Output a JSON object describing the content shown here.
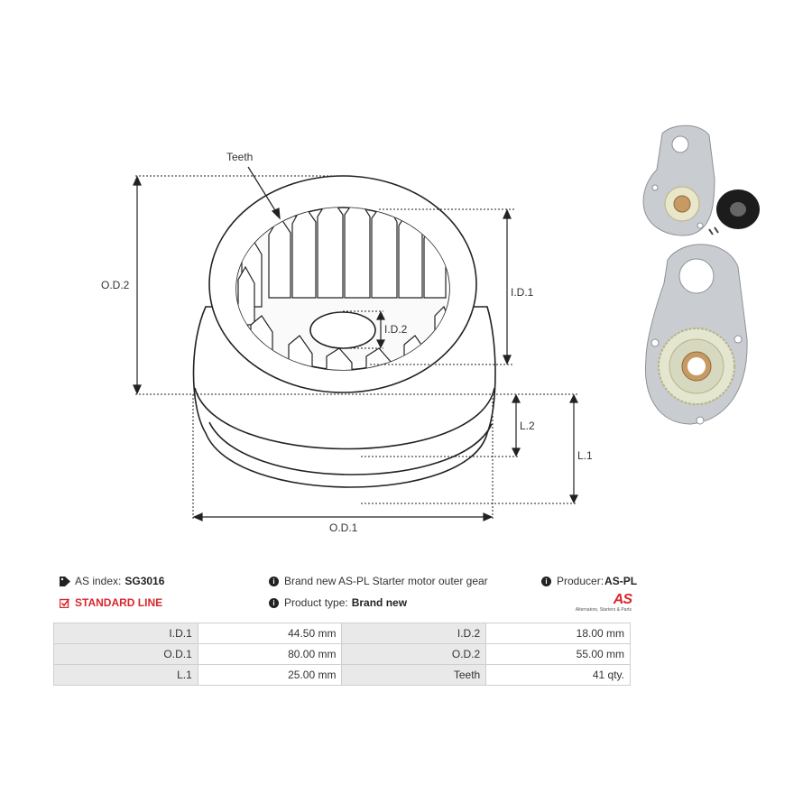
{
  "diagram": {
    "labels": {
      "teeth": "Teeth",
      "od2": "O.D.2",
      "id1": "I.D.1",
      "id2": "I.D.2",
      "l2": "L.2",
      "l1": "L.1",
      "od1": "O.D.1"
    },
    "photos": [
      "starter-drive-plate-assembly-photo",
      "outer-gear-plate-photo"
    ]
  },
  "info": {
    "as_index_label": "AS index:",
    "as_index_value": "SG3016",
    "description": "Brand new AS-PL Starter motor outer gear",
    "producer_label": "Producer:",
    "producer_value": "AS-PL",
    "line": "STANDARD LINE",
    "product_type_label": "Product type:",
    "product_type_value": "Brand new",
    "logo_mark": "AS",
    "logo_tagline": "Alternators, Starters & Parts"
  },
  "specs": [
    {
      "l1": "I.D.1",
      "v1": "44.50 mm",
      "l2": "I.D.2",
      "v2": "18.00 mm"
    },
    {
      "l1": "O.D.1",
      "v1": "80.00 mm",
      "l2": "O.D.2",
      "v2": "55.00 mm"
    },
    {
      "l1": "L.1",
      "v1": "25.00 mm",
      "l2": "Teeth",
      "v2": "41 qty."
    }
  ],
  "colors": {
    "accent": "#d9262c",
    "table_label_bg": "#e9e9e9",
    "border": "#cfcfcf"
  }
}
